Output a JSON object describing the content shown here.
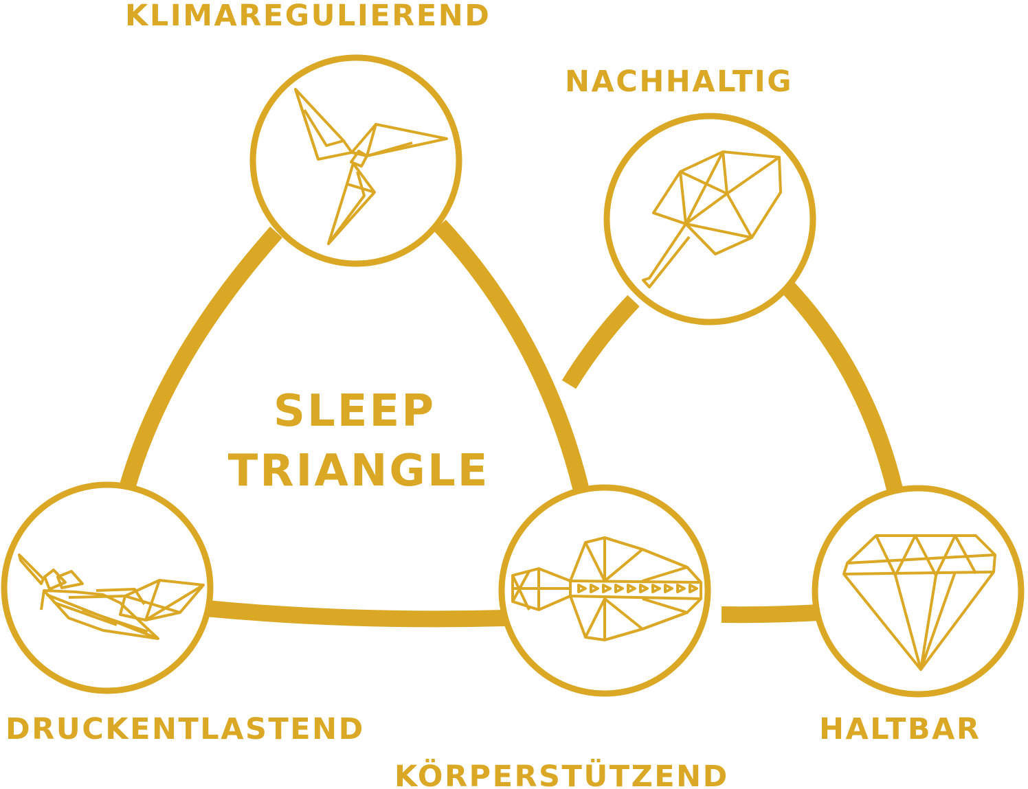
{
  "colors": {
    "accent": "#DBA826",
    "background": "#FFFFFF"
  },
  "center_title": {
    "line1": "SLEEP",
    "line2": "TRIANGLE"
  },
  "nodes": [
    {
      "label": "KLIMAREGULIEREND",
      "icon": "hummingbird-icon"
    },
    {
      "label": "NACHHALTIG",
      "icon": "leaf-icon"
    },
    {
      "label": "DRUCKENTLASTEND",
      "icon": "feather-icon"
    },
    {
      "label": "KÖRPERSTÜTZEND",
      "icon": "spine-icon"
    },
    {
      "label": "HALTBAR",
      "icon": "diamond-icon"
    }
  ]
}
